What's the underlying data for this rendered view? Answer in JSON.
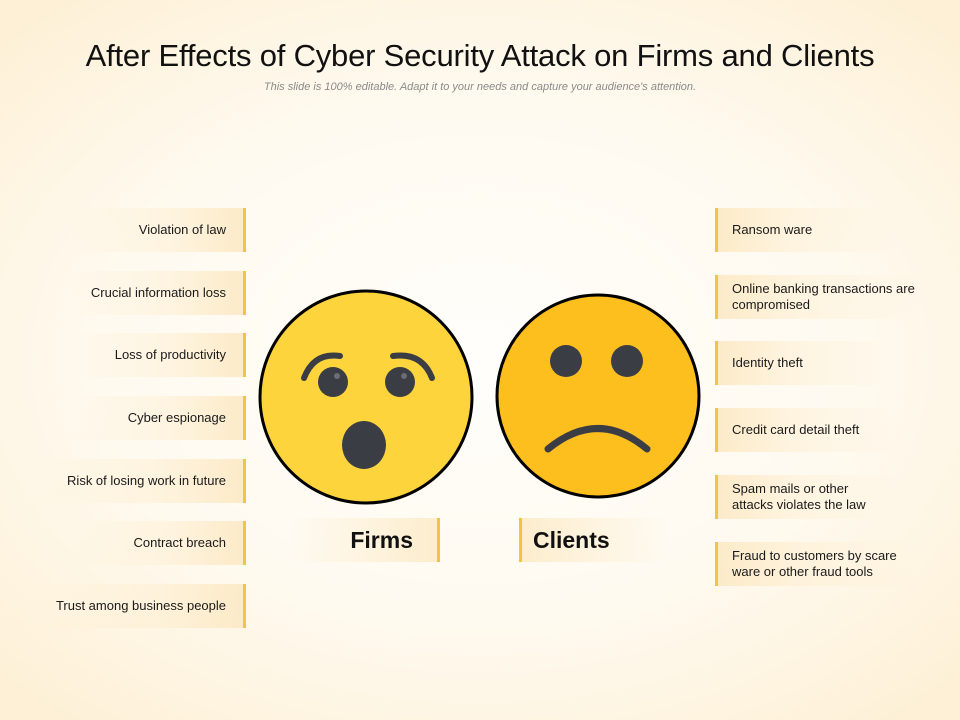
{
  "header": {
    "title": "After Effects of Cyber Security Attack on Firms and Clients",
    "subtitle": "This slide is 100% editable. Adapt it to your needs and capture your audience's attention."
  },
  "firms": {
    "label": "Firms",
    "face": "surprised-face-icon",
    "face_color": "#FDD43C",
    "items": [
      "Violation of law",
      "Crucial information loss",
      "Loss of productivity",
      "Cyber espionage",
      "Risk of losing work in future",
      "Contract breach",
      "Trust among business people"
    ]
  },
  "clients": {
    "label": "Clients",
    "face": "sad-face-icon",
    "face_color": "#FDBF1E",
    "items": [
      "Ransom ware",
      "Online banking transactions are compromised",
      "Identity theft",
      "Credit card detail theft",
      "Spam mails or other attacks violates the law",
      "Fraud to customers by scare ware or other fraud tools"
    ]
  },
  "colors": {
    "accent_bar": "#F2C443",
    "feature_dark": "#3A3D44",
    "outline": "#000000"
  }
}
